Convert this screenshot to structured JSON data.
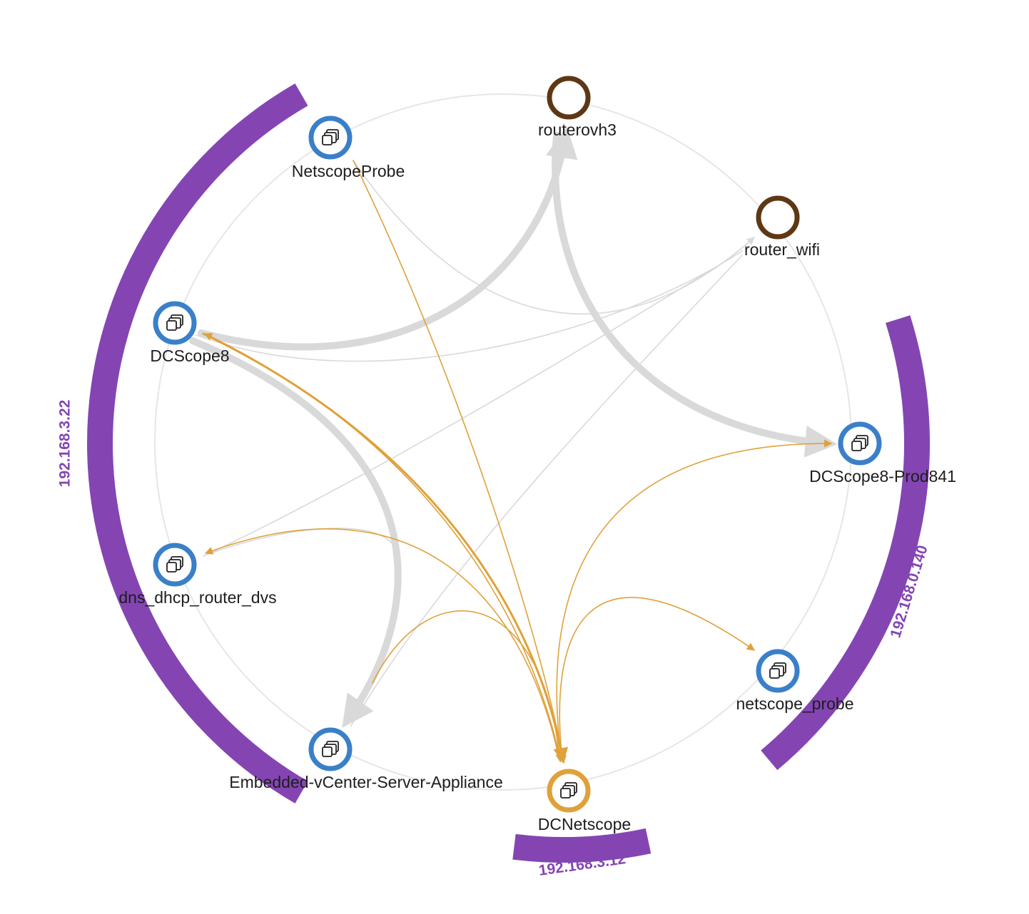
{
  "colors": {
    "group_arc": "#8445b3",
    "group_label": "#8445b3",
    "vm_ring": "#3a80c8",
    "highlight_ring": "#e0a13a",
    "router_ring": "#5e3714",
    "edge_orange": "#e0a13a",
    "edge_gray": "#d9d9d9",
    "guide_circle": "#e6e6e6",
    "label_text": "#1d1d1d"
  },
  "groups": [
    {
      "id": "g1",
      "label": "192.168.3.22"
    },
    {
      "id": "g2",
      "label": "192.168.0.140"
    },
    {
      "id": "g3",
      "label": "192.168.3.12"
    }
  ],
  "nodes": [
    {
      "id": "routerovh3",
      "label": "routerovh3",
      "kind": "router",
      "icon": "ring-icon"
    },
    {
      "id": "router_wifi",
      "label": "router_wifi",
      "kind": "router",
      "icon": "ring-icon"
    },
    {
      "id": "dcscope8-prod841",
      "label": "DCScope8-Prod841",
      "kind": "vm",
      "icon": "vm-stack-icon"
    },
    {
      "id": "netscope_probe",
      "label": "netscope_probe",
      "kind": "vm",
      "icon": "vm-stack-icon"
    },
    {
      "id": "dcnetscope",
      "label": "DCNetscope",
      "kind": "vm-highlight",
      "icon": "vm-stack-icon"
    },
    {
      "id": "embedded-vcenter",
      "label": "Embedded-vCenter-Server-Appliance",
      "kind": "vm",
      "icon": "vm-stack-icon"
    },
    {
      "id": "dns_dhcp_router_dvs",
      "label": "dns_dhcp_router_dvs",
      "kind": "vm",
      "icon": "vm-stack-icon"
    },
    {
      "id": "dcscope8",
      "label": "DCScope8",
      "kind": "vm",
      "icon": "vm-stack-icon"
    },
    {
      "id": "netscopeprobe",
      "label": "NetscopeProbe",
      "kind": "vm",
      "icon": "vm-stack-icon"
    }
  ],
  "edges": [
    {
      "from": "dcscope8",
      "to": "routerovh3",
      "style": "gray-thick",
      "arrow": true
    },
    {
      "from": "routerovh3",
      "to": "dcscope8-prod841",
      "style": "gray-thick",
      "arrow": true
    },
    {
      "from": "dcscope8",
      "to": "embedded-vcenter",
      "style": "gray-thick",
      "arrow": true
    },
    {
      "from": "netscopeprobe",
      "to": "router_wifi",
      "style": "gray-thin",
      "arrow": true
    },
    {
      "from": "router_wifi",
      "to": "dcscope8",
      "style": "gray-thin",
      "arrow": false
    },
    {
      "from": "router_wifi",
      "to": "dns_dhcp_router_dvs",
      "style": "gray-thin",
      "arrow": false
    },
    {
      "from": "router_wifi",
      "to": "embedded-vcenter",
      "style": "gray-thin",
      "arrow": false
    },
    {
      "from": "dns_dhcp_router_dvs",
      "to": "embedded-vcenter",
      "style": "gray-thin",
      "arrow": false
    },
    {
      "from": "netscopeprobe",
      "to": "dcnetscope",
      "style": "orange",
      "arrow": true
    },
    {
      "from": "dcscope8",
      "to": "dcnetscope",
      "style": "orange-double",
      "arrow": true
    },
    {
      "from": "dcnetscope",
      "to": "dcscope8",
      "style": "orange",
      "arrow": true
    },
    {
      "from": "dcnetscope",
      "to": "dns_dhcp_router_dvs",
      "style": "orange",
      "arrow": true
    },
    {
      "from": "embedded-vcenter",
      "to": "dcnetscope",
      "style": "orange",
      "arrow": true
    },
    {
      "from": "dcnetscope",
      "to": "dcscope8-prod841",
      "style": "orange",
      "arrow": true
    },
    {
      "from": "dcnetscope",
      "to": "netscope_probe",
      "style": "orange",
      "arrow": true
    }
  ]
}
